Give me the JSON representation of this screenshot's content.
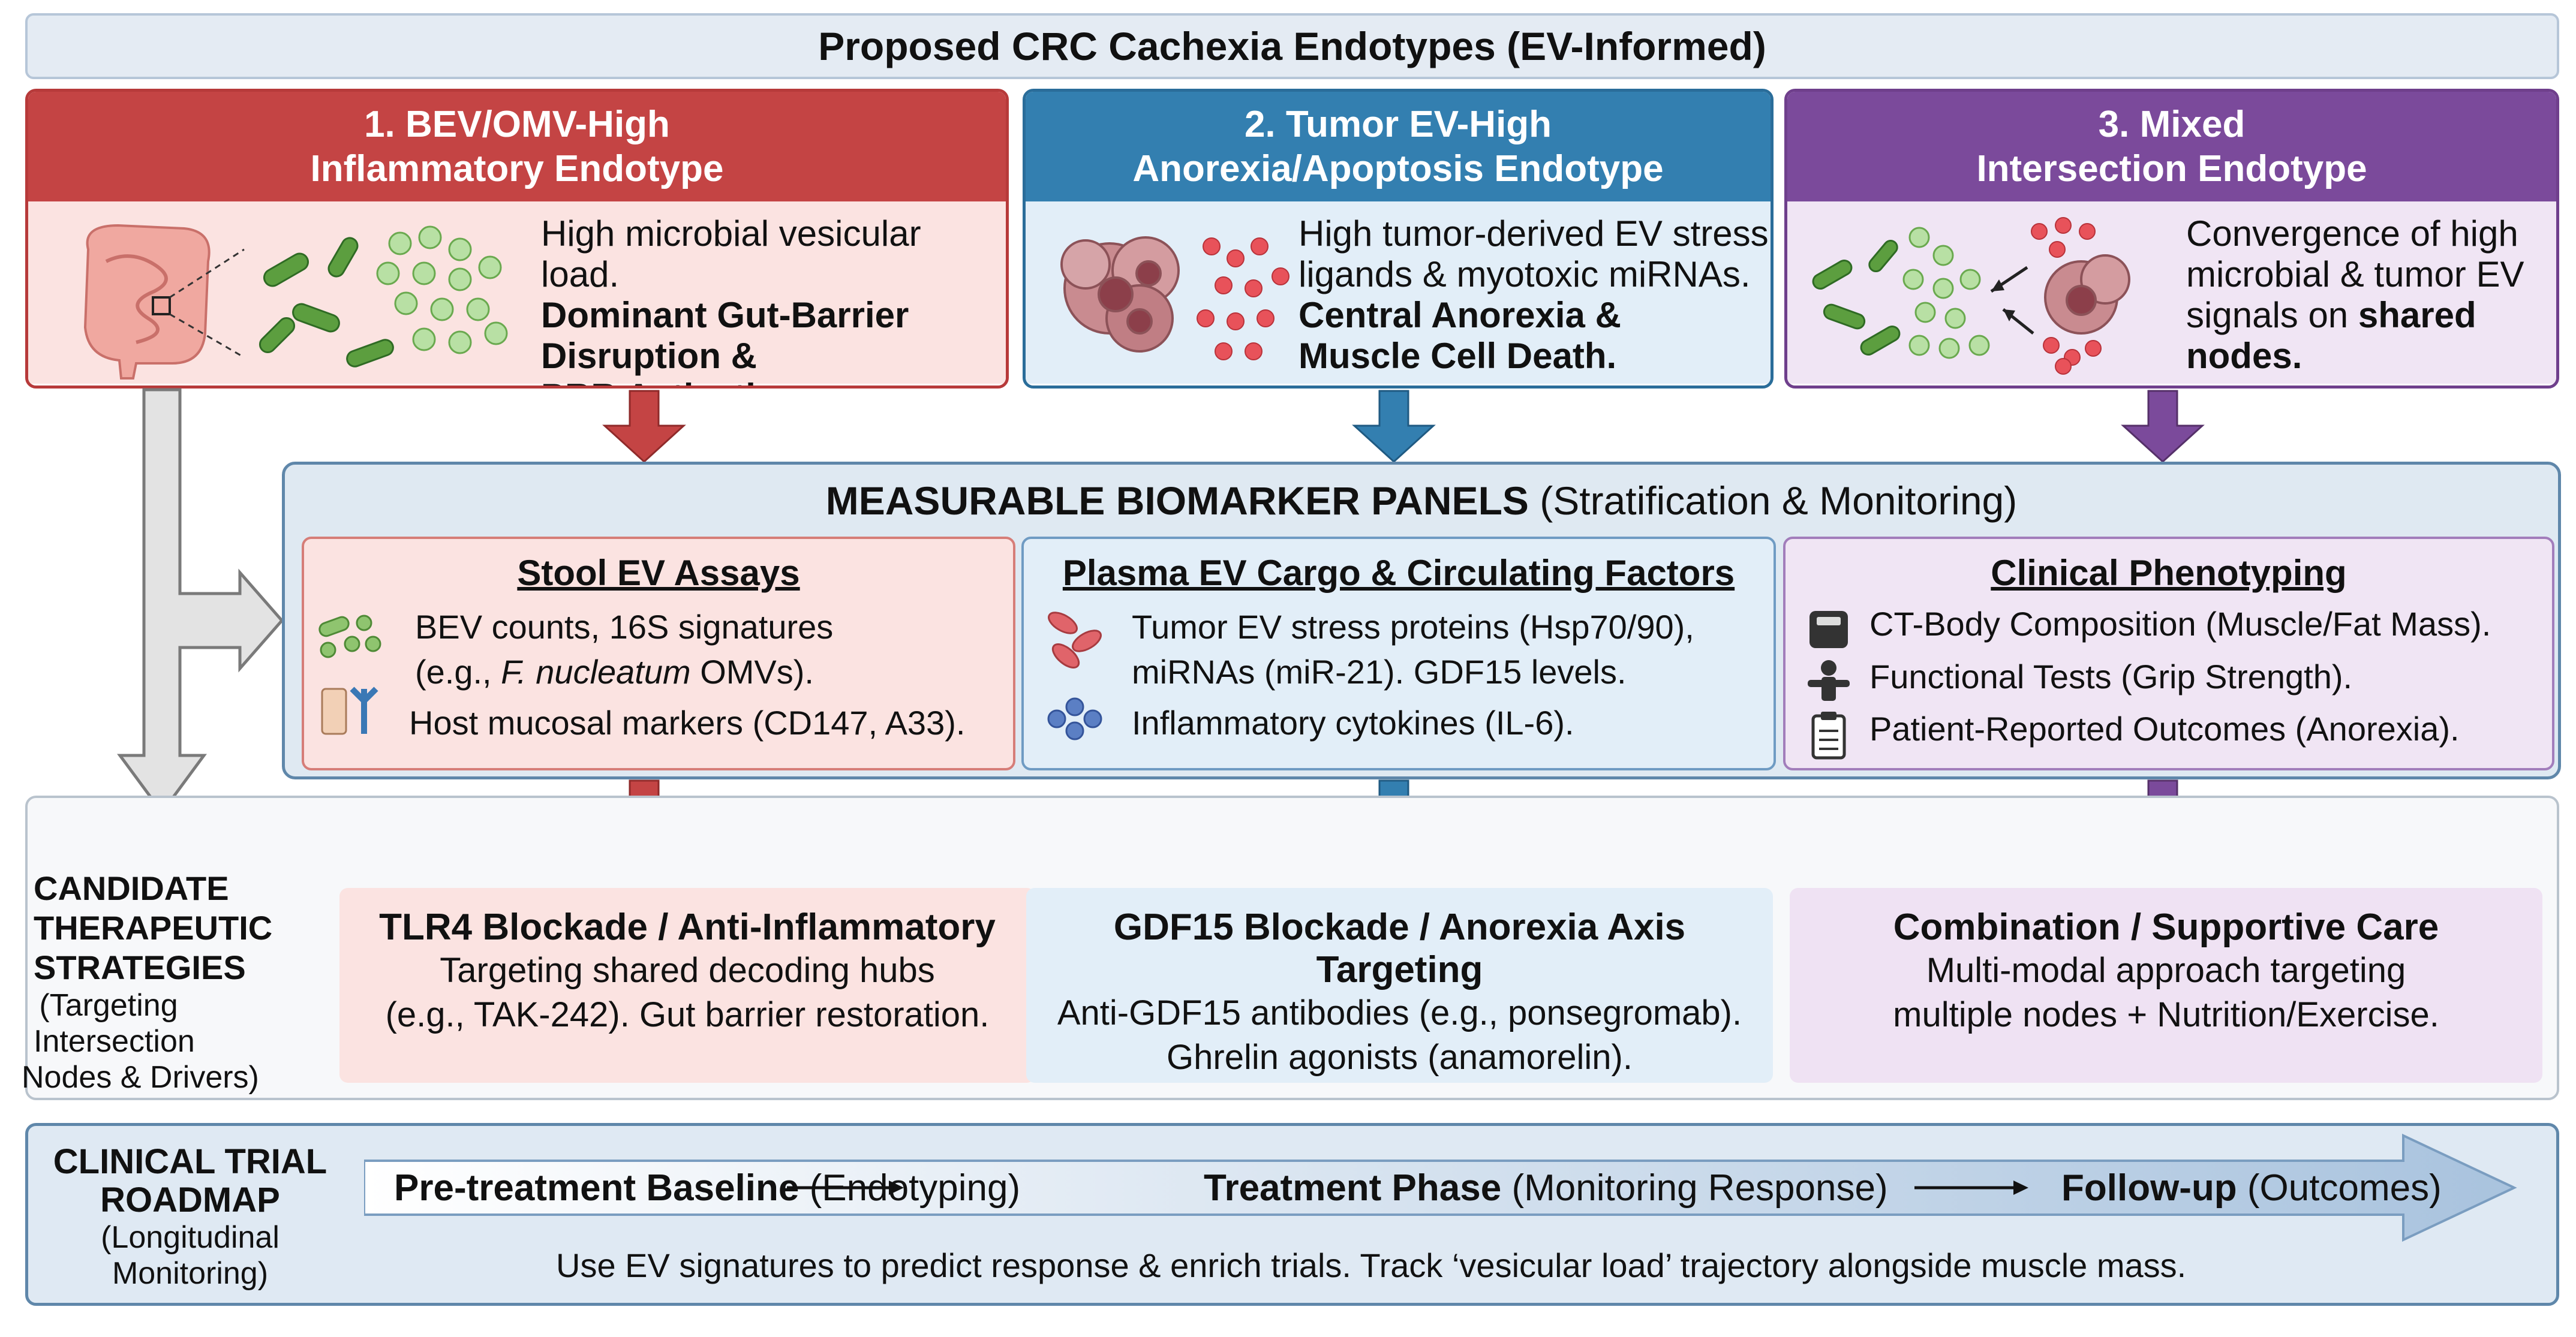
{
  "title": "Proposed CRC Cachexia Endotypes (EV-Informed)",
  "endotypes": [
    {
      "head": [
        "1. BEV/OMV-High",
        "Inflammatory Endotype"
      ],
      "lines": [
        "High microbial vesicular load.",
        "Dominant Gut-Barrier",
        "Disruption &",
        "PRR Activation."
      ]
    },
    {
      "head": [
        "2. Tumor EV-High",
        "Anorexia/Apoptosis Endotype"
      ],
      "lines": [
        "High tumor-derived EV stress",
        "ligands & myotoxic miRNAs.",
        "Central Anorexia &",
        "Muscle Cell Death."
      ]
    },
    {
      "head": [
        "3. Mixed",
        "Intersection Endotype"
      ],
      "lines": [
        "Convergence of high",
        "microbial & tumor EV",
        "signals on ",
        "shared",
        "nodes."
      ]
    }
  ],
  "biomarkers": {
    "title_bold": "MEASURABLE BIOMARKER PANELS",
    "title_rest": " (Stratification & Monitoring)",
    "stool": {
      "title": "Stool EV Assays",
      "lines": [
        "BEV counts, 16S signatures",
        "(e.g., ",
        "F. nucleatum",
        " OMVs).",
        "Host mucosal markers (CD147, A33)."
      ]
    },
    "plasma": {
      "title": "Plasma EV Cargo & Circulating Factors",
      "lines": [
        "Tumor EV stress proteins (Hsp70/90),",
        "miRNAs (miR-21). GDF15 levels.",
        "Inflammatory cytokines (IL-6)."
      ]
    },
    "clinical": {
      "title": "Clinical Phenotyping",
      "lines": [
        "CT-Body Composition (Muscle/Fat Mass).",
        "Functional Tests (Grip Strength).",
        "Patient-Reported Outcomes (Anorexia)."
      ]
    }
  },
  "therapy": {
    "label": [
      "CANDIDATE",
      "THERAPEUTIC",
      "STRATEGIES",
      "(Targeting",
      "Intersection",
      "Nodes & Drivers)"
    ],
    "boxes": [
      {
        "title": "TLR4 Blockade / Anti-Inflammatory",
        "lines": [
          "Targeting shared decoding hubs",
          "(e.g., TAK-242). Gut barrier restoration."
        ]
      },
      {
        "title": "GDF15 Blockade / Anorexia Axis Targeting",
        "lines": [
          "Anti-GDF15 antibodies (e.g., ponsegromab).",
          "Ghrelin agonists (anamorelin)."
        ]
      },
      {
        "title": "Combination / Supportive Care",
        "lines": [
          "Multi-modal approach targeting",
          "multiple nodes + Nutrition/Exercise."
        ]
      }
    ]
  },
  "roadmap": {
    "label": [
      "CLINICAL TRIAL",
      "ROADMAP",
      "(Longitudinal",
      "Monitoring)"
    ],
    "steps": [
      {
        "bold": "Pre-treatment Baseline",
        "rest": " (Endotyping)"
      },
      {
        "bold": "Treatment Phase",
        "rest": " (Monitoring Response)"
      },
      {
        "bold": "Follow-up",
        "rest": " (Outcomes)"
      }
    ],
    "note": "Use EV signatures to predict response & enrich trials. Track ‘vesicular load’ trajectory alongside muscle mass."
  },
  "colors": {
    "red": "#c44444",
    "blue": "#337fb0",
    "purple": "#7b4a9b",
    "panel": "#dfe9f2"
  }
}
